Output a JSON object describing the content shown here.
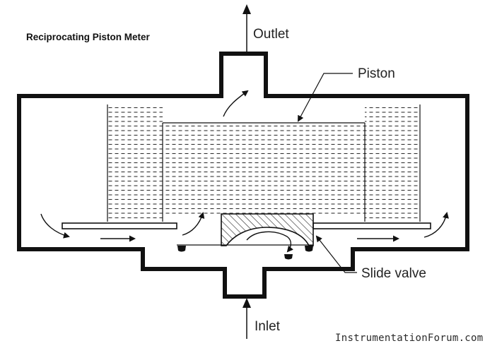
{
  "title": "Reciprocating Piston Meter",
  "labels": {
    "outlet": "Outlet",
    "piston": "Piston",
    "slide_valve": "Slide valve",
    "inlet": "Inlet"
  },
  "watermark": "InstrumentationForum.com",
  "colors": {
    "line": "#111111",
    "background": "#ffffff"
  }
}
